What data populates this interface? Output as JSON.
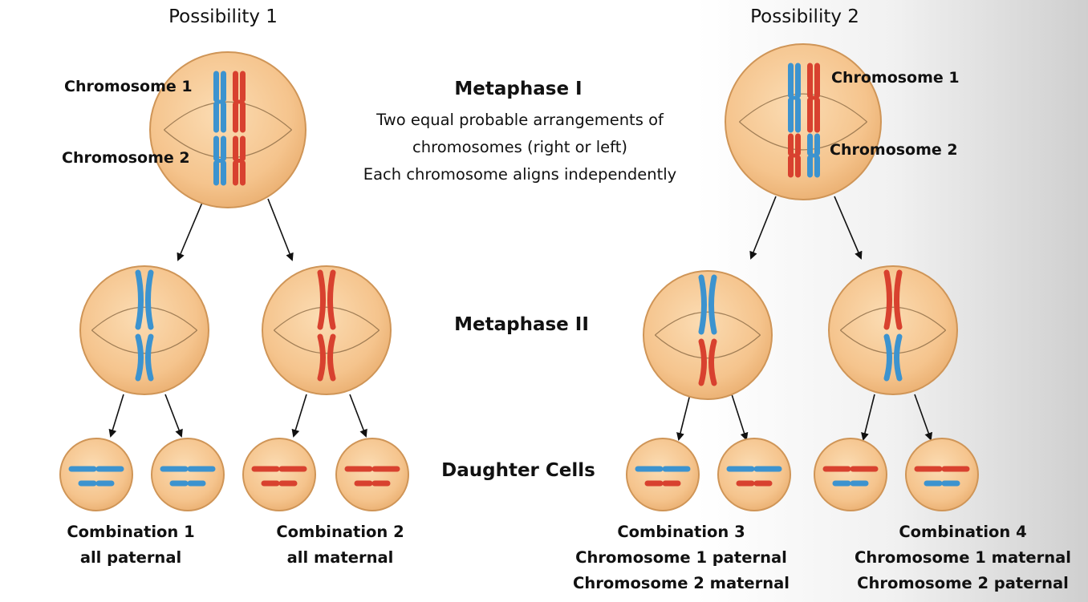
{
  "colors": {
    "maternal": "#d8412f",
    "paternal": "#3c93cf",
    "cell_fill": "#f5c48d",
    "cell_edge": "#cf9557",
    "stage_label": "#d43a2a",
    "arrow": "#111111"
  },
  "headings": {
    "possibility_1": "Possibility 1",
    "possibility_2": "Possibility 2"
  },
  "stages": {
    "metaphase_1": "Metaphase I",
    "metaphase_2": "Metaphase II",
    "daughter_cells": "Daughter Cells"
  },
  "description": {
    "line1": "Two equal probable arrangements of",
    "line2": "chromosomes (right or left)",
    "line3": "Each chromosome aligns independently"
  },
  "chromosome_labels": {
    "p1_chr1": "Chromosome 1",
    "p1_chr2": "Chromosome 2",
    "p2_chr1": "Chromosome 1",
    "p2_chr2": "Chromosome 2"
  },
  "combinations": [
    {
      "title": "Combination 1",
      "lines": [
        "all paternal"
      ]
    },
    {
      "title": "Combination 2",
      "lines": [
        "all maternal"
      ]
    },
    {
      "title": "Combination 3",
      "lines": [
        "Chromosome 1 paternal",
        "Chromosome 2 maternal"
      ]
    },
    {
      "title": "Combination 4",
      "lines": [
        "Chromosome 1 maternal",
        "Chromosome 2 paternal"
      ]
    }
  ]
}
